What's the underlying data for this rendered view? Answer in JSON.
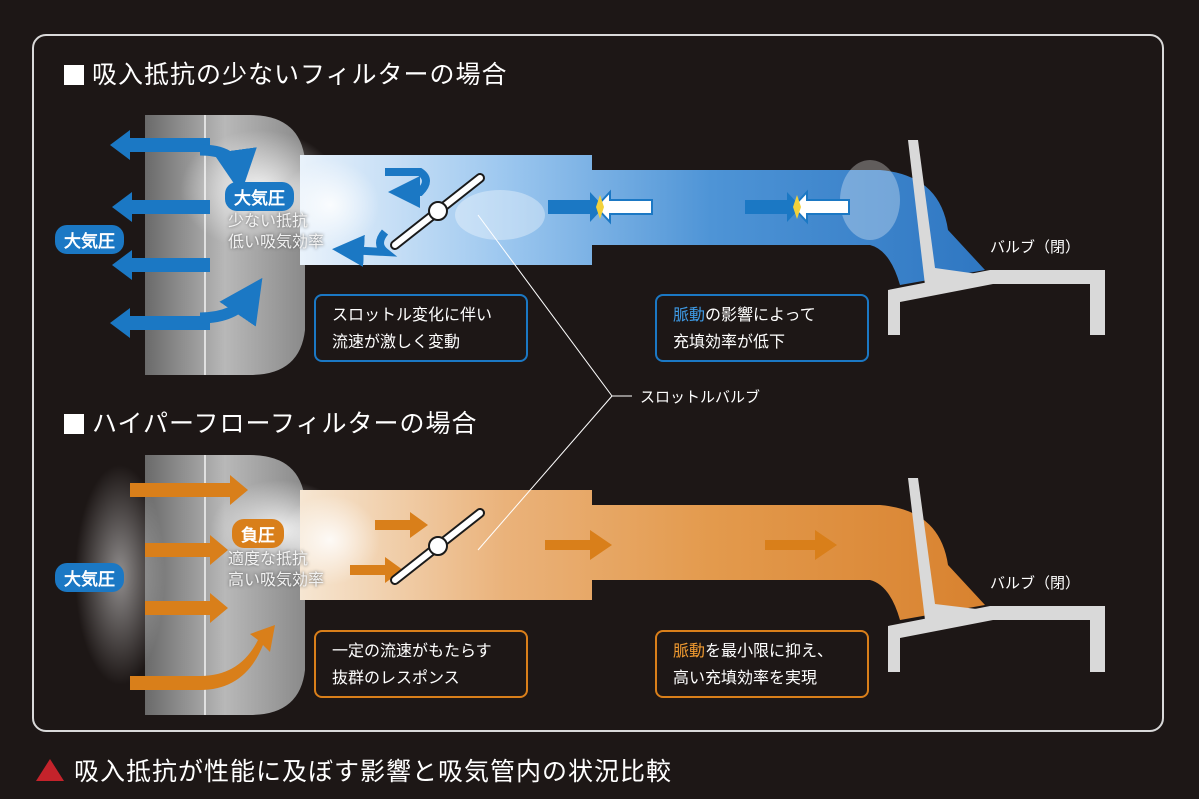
{
  "top_panel": {
    "heading": "吸入抵抗の少ないフィルターの場合",
    "outside_pressure": "大気圧",
    "inner_pressure": "大気圧",
    "resist_line1": "少ない抵抗",
    "resist_line2": "低い吸気効率",
    "note_left_line1": "スロットル変化に伴い",
    "note_left_line2": "流速が激しく変動",
    "note_right_em": "脈動",
    "note_right_rest": "の影響によって",
    "note_right_line2": "充填効率が低下",
    "valve_label": "バルブ（閉）",
    "accent": "#1b78c4"
  },
  "bottom_panel": {
    "heading": "ハイパーフローフィルターの場合",
    "outside_pressure": "大気圧",
    "inner_pressure": "負圧",
    "resist_line1": "適度な抵抗",
    "resist_line2": "高い吸気効率",
    "note_left_line1": "一定の流速がもたらす",
    "note_left_line2": "抜群のレスポンス",
    "note_right_em": "脈動",
    "note_right_rest": "を最小限に抑え、",
    "note_right_line2": "高い充填効率を実現",
    "valve_label": "バルブ（閉）",
    "accent": "#d97f1a"
  },
  "throttle_label": "スロットルバルブ",
  "caption": "吸入抵抗が性能に及ぼす影響と吸気管内の状況比較",
  "caption_marker_color": "#c4232b"
}
